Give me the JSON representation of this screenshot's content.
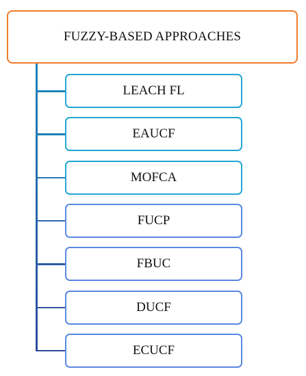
{
  "root": {
    "label": "FUZZY-BASED APPROACHES"
  },
  "children": [
    {
      "label": "LEACH FL",
      "color": "#21a6d6"
    },
    {
      "label": "EAUCF",
      "color": "#21a6d6"
    },
    {
      "label": "MOFCA",
      "color": "#21a6d6"
    },
    {
      "label": "FUCP",
      "color": "#5888e0"
    },
    {
      "label": "FBUC",
      "color": "#5888e0"
    },
    {
      "label": "DUCF",
      "color": "#5888e0"
    },
    {
      "label": "ECUCF",
      "color": "#5888e0"
    }
  ],
  "colors": {
    "root_border": "#f07a2a",
    "trunk_top": "#1e82b8",
    "trunk_bottom": "#2d4a9c"
  }
}
